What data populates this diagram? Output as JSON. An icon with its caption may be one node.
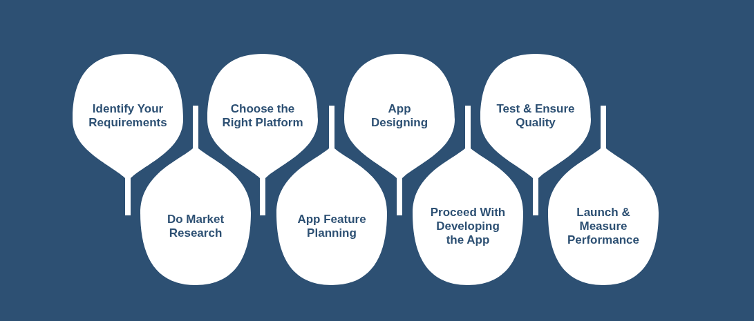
{
  "diagram": {
    "nodes": [
      {
        "text": [
          "Identify Your Requirements"
        ]
      },
      {
        "text": [
          "Do Market Research"
        ]
      },
      {
        "text": [
          "Choose the Right Platform"
        ]
      },
      {
        "text": [
          "App Feature Planning"
        ]
      },
      {
        "text": [
          "App Designing"
        ]
      },
      {
        "text": [
          "Proceed With Developing the App"
        ]
      },
      {
        "text": [
          "Test & Ensure Quality"
        ]
      },
      {
        "text": [
          "Launch & Measure Performance"
        ]
      }
    ]
  }
}
